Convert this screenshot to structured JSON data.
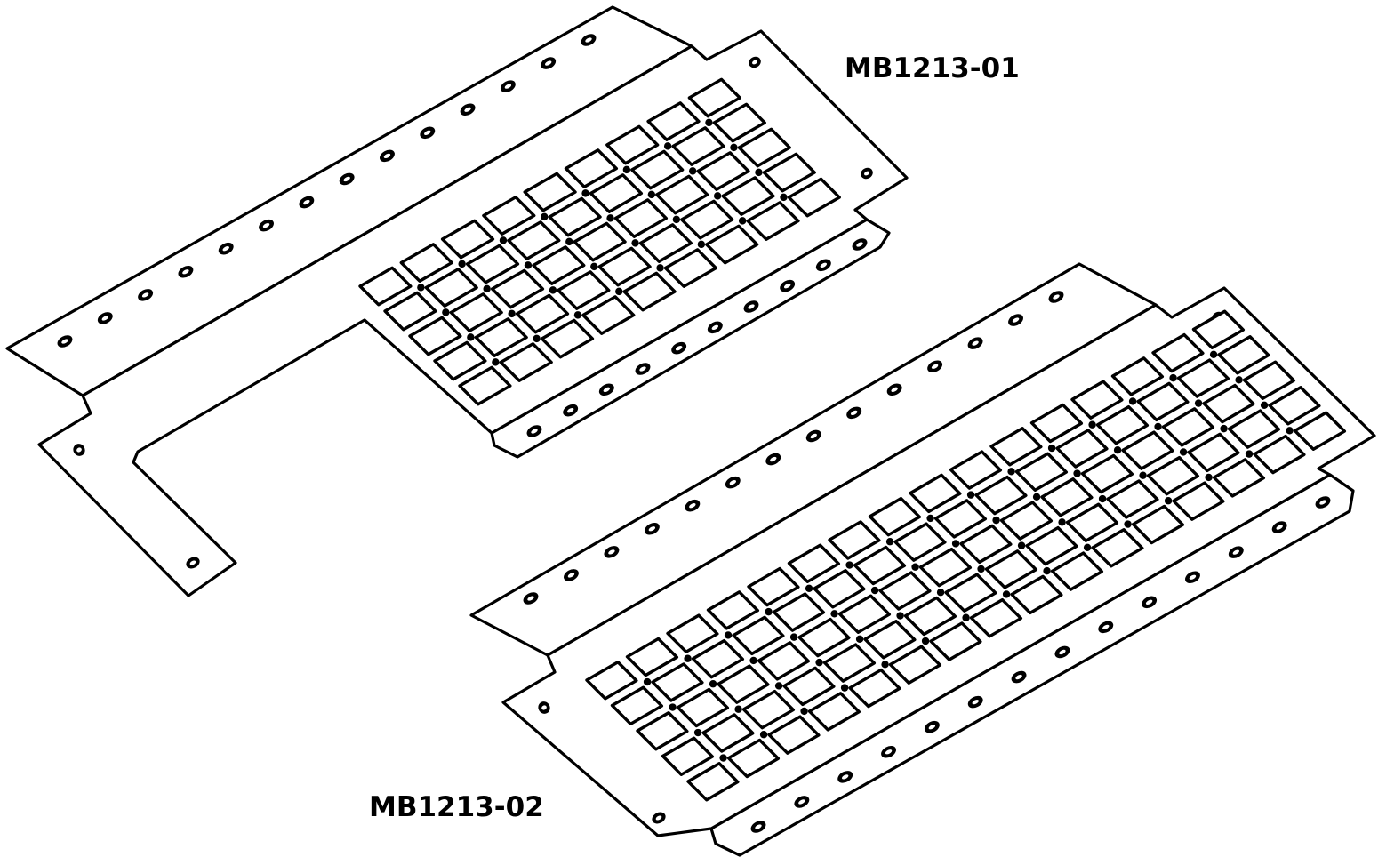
{
  "labels": {
    "part_a": "MB1213-01",
    "part_b": "MB1213-02"
  },
  "colors": {
    "line": "#000000",
    "fill": "#ffffff"
  },
  "parts": [
    {
      "name": "MB1213-01",
      "vent_grid": {
        "rows": 5,
        "columns": 9
      },
      "rear_flange_slots": 14,
      "front_flange_slots": 10,
      "corner_holes": 4,
      "side_extension": true
    },
    {
      "name": "MB1213-02",
      "vent_grid": {
        "rows": 5,
        "columns": 16
      },
      "rear_flange_slots": 14,
      "front_flange_slots": 14,
      "corner_holes": 4,
      "side_extension": false
    }
  ]
}
